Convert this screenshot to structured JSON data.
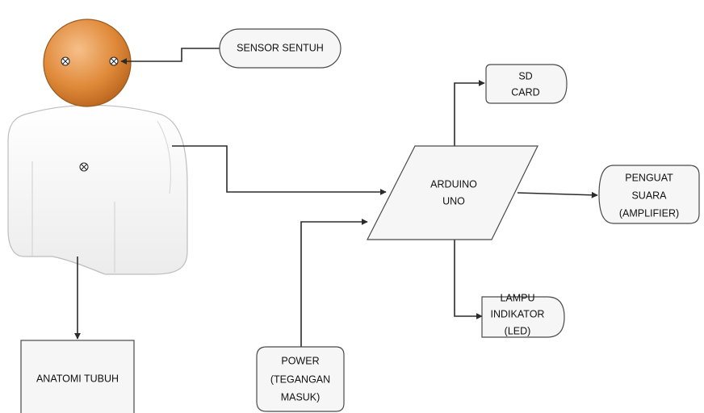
{
  "diagram": {
    "nodes": {
      "sensor": {
        "label": "SENSOR SENTUH"
      },
      "sd_card": {
        "lines": [
          "SD",
          "CARD"
        ]
      },
      "arduino": {
        "lines": [
          "ARDUINO",
          "UNO"
        ]
      },
      "amplifier": {
        "lines": [
          "PENGUAT",
          "SUARA",
          "(AMPLIFIER)"
        ]
      },
      "led": {
        "lines": [
          "LAMPU",
          "INDIKATOR",
          "(LED)"
        ]
      },
      "power": {
        "lines": [
          "POWER",
          "(TEGANGAN",
          "MASUK)"
        ]
      },
      "anatomi": {
        "label": "ANATOMI TUBUH"
      }
    },
    "colors": {
      "head_fill": "#e08a3a",
      "head_stroke": "#9a5a1e",
      "body_fill": "#f4f4f4",
      "line": "#2b2b2b",
      "node_fill": "#f6f6f6"
    }
  }
}
